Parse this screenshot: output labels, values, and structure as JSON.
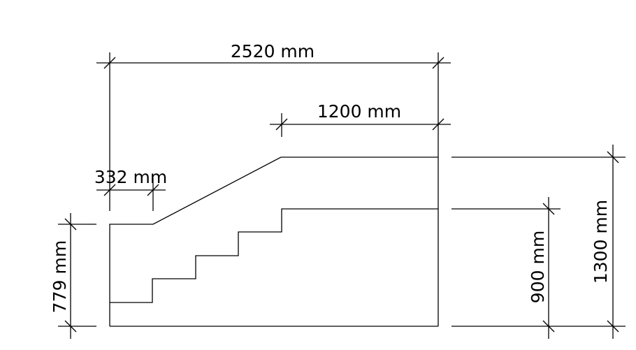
{
  "drawing": {
    "title": "Stair with ramp section",
    "dimensions": {
      "total_length": "2520 mm",
      "top_landing_length": "1200 mm",
      "bottom_landing_length": "332 mm",
      "bottom_height": "779 mm",
      "step_height_total": "900 mm",
      "total_height": "1300 mm"
    },
    "line_color": "#000000",
    "background": "#ffffff"
  }
}
